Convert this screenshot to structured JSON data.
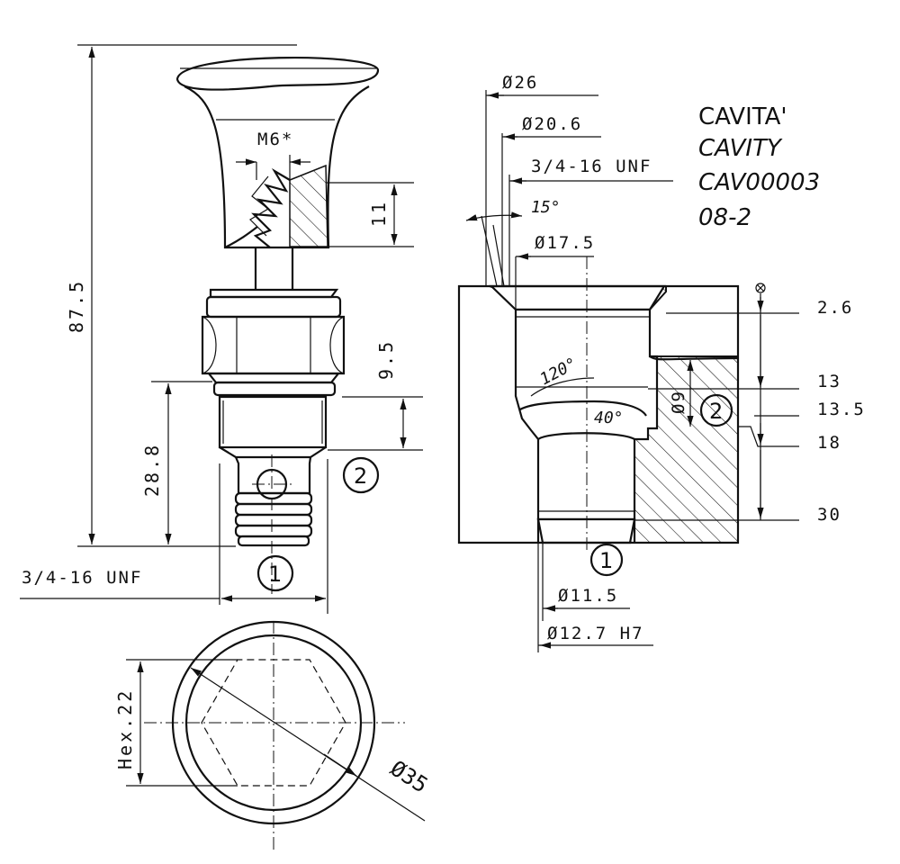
{
  "title": {
    "line1": "CAVITA'",
    "line2": "CAVITY",
    "line3": "CAV00003",
    "line4": "08-2"
  },
  "valve": {
    "thread_label": "M6*",
    "dim_thread_depth": "11",
    "dim_total_length": "87.5",
    "dim_body_length": "28.8",
    "dim_hex_height": "9.5",
    "dim_unf": "3/4-16 UNF",
    "port1": "1",
    "port2": "2"
  },
  "bottom_view": {
    "dim_hex": "Hex.22",
    "dim_diameter": "Ø35"
  },
  "cavity": {
    "dim_d26": "Ø26",
    "dim_d20_6": "Ø20.6",
    "dim_unf": "3/4-16 UNF",
    "angle_15": "15°",
    "dim_d17_5": "Ø17.5",
    "angle_120": "120°",
    "angle_40": "40°",
    "dim_d9": "Ø9",
    "depth_2_6": "2.6",
    "depth_13": "13",
    "depth_13_5": "13.5",
    "depth_18": "18",
    "depth_30": "30",
    "dim_d11_5": "Ø11.5",
    "dim_d12_7": "Ø12.7 H7",
    "port1": "1",
    "port2": "2"
  }
}
